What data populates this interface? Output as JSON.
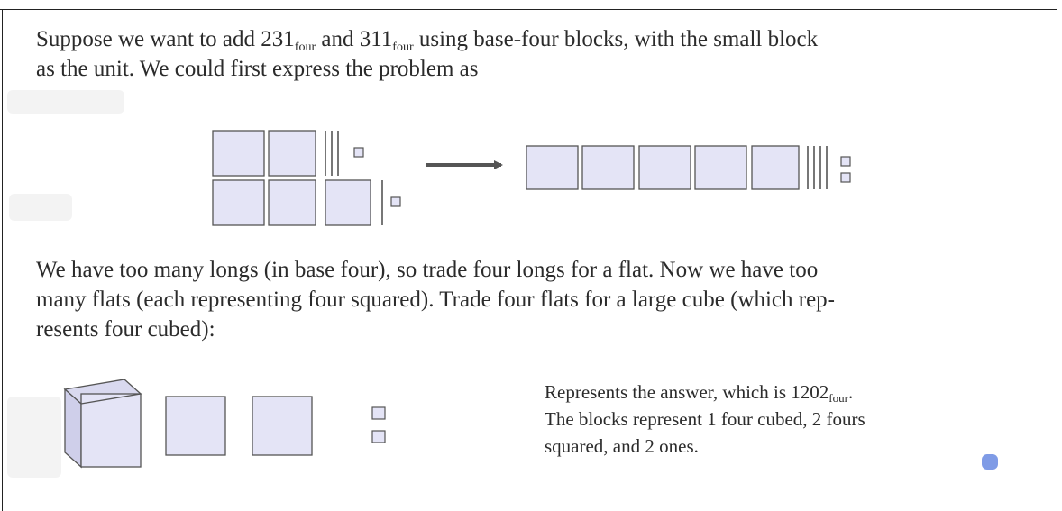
{
  "paragraph1": {
    "line1_a": "Suppose we want to add 231",
    "sub1": "four",
    "line1_b": " and 311",
    "sub2": "four",
    "line1_c": " using base-four blocks, with the small block",
    "line2": "as the unit. We could first express the problem as"
  },
  "paragraph2": {
    "line1": "We have too many longs (in base four), so trade four longs for a flat. Now we have too",
    "line2": "many flats (each representing four squared). Trade four flats for a large cube (which rep-",
    "line3": "resents four cubed):"
  },
  "answer": {
    "line1_a": "Represents the answer, which is 1202",
    "sub": "four",
    "line1_b": ".",
    "line2": "The blocks represent 1 four cubed, 2 fours",
    "line3": "squared, and 2 ones."
  },
  "blocks": {
    "addend1": {
      "flats": 2,
      "longs": 3,
      "units": 1
    },
    "addend2": {
      "flats": 3,
      "longs": 1,
      "units": 1
    },
    "combined": {
      "flats": 5,
      "longs": 4,
      "units": 2
    },
    "result": {
      "cubes": 1,
      "flats": 2,
      "longs": 0,
      "units": 2
    }
  },
  "colors": {
    "block_fill": "#e4e4f6",
    "block_stroke": "#555555",
    "text": "#2b2b2b",
    "accent_dot": "#7f9be6"
  }
}
